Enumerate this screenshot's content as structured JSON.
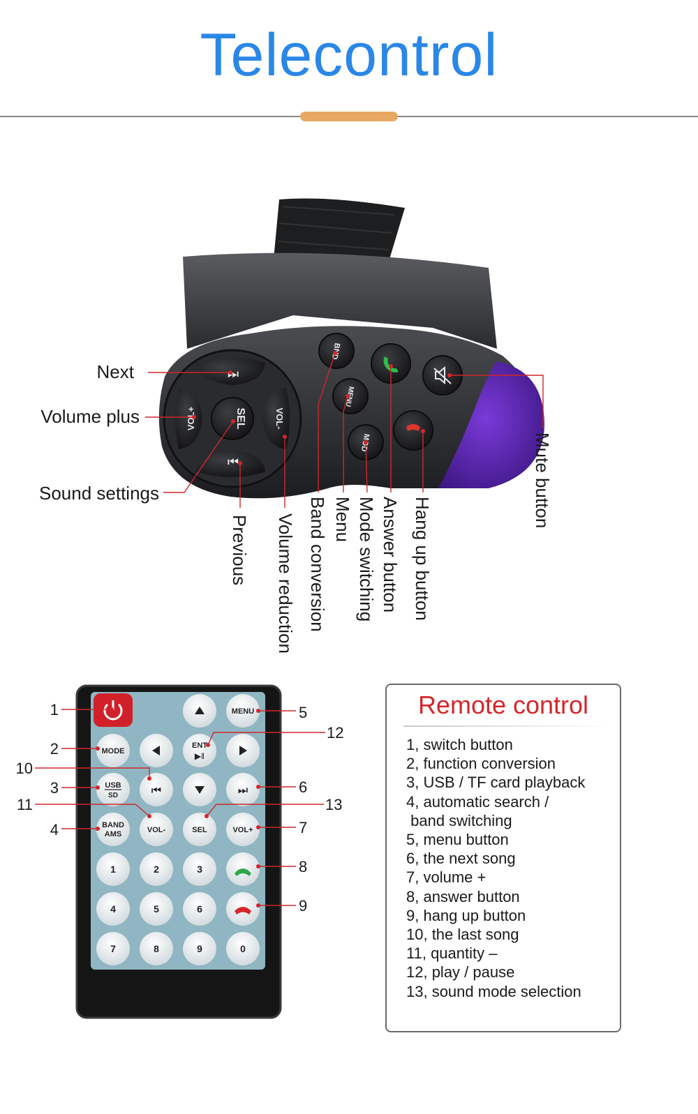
{
  "page": {
    "title": "Telecontrol",
    "colors": {
      "title": "#2a87e6",
      "accent_pill": "#e8a964",
      "remote_title": "#d4262b",
      "leader_line": "#d0262b"
    }
  },
  "wheel_controller": {
    "button_glyphs": {
      "next": "⏭",
      "previous": "⏮",
      "sel": "SEL",
      "vol_plus": "VOL+",
      "vol_minus": "VOL-",
      "bnd": "BND",
      "menu": "MENU",
      "mod": "MOD",
      "answer_icon": "phone-answer-icon",
      "hangup_icon": "phone-hangup-icon",
      "mute_icon": "mute-icon"
    },
    "labels": {
      "next": "Next",
      "volume_plus": "Volume plus",
      "sound_settings": "Sound settings",
      "previous": "Previous",
      "volume_reduction": "Volume reduction",
      "band_conversion": "Band conversion",
      "menu": "Menu",
      "mode_switching": "Mode switching",
      "answer_button": "Answer button",
      "hang_up_button": "Hang up button",
      "mute_button": "Mute button"
    }
  },
  "remote": {
    "buttons": {
      "menu": "MENU",
      "mode": "MODE",
      "usb": "USB",
      "sd": "SD",
      "band": "BAND",
      "ams": "AMS",
      "ent": "ENT",
      "vol_minus": "VOL-",
      "sel": "SEL",
      "vol_plus": "VOL+",
      "digits": [
        "1",
        "2",
        "3",
        "4",
        "5",
        "6",
        "7",
        "8",
        "9",
        "0"
      ]
    },
    "callout_numbers": {
      "n1": "1",
      "n2": "2",
      "n3": "3",
      "n4": "4",
      "n5": "5",
      "n6": "6",
      "n7": "7",
      "n8": "8",
      "n9": "9",
      "n10": "10",
      "n11": "11",
      "n12": "12",
      "n13": "13"
    }
  },
  "remote_panel": {
    "title": "Remote control",
    "items": [
      "1, switch button",
      "2, function conversion",
      "3, USB / TF card playback",
      "4, automatic search /",
      " band switching",
      "5, menu button",
      "6, the next song",
      "7, volume +",
      "8, answer button",
      "9, hang up button",
      "10, the last song",
      "11, quantity –",
      "12, play / pause",
      "13, sound mode selection"
    ]
  }
}
